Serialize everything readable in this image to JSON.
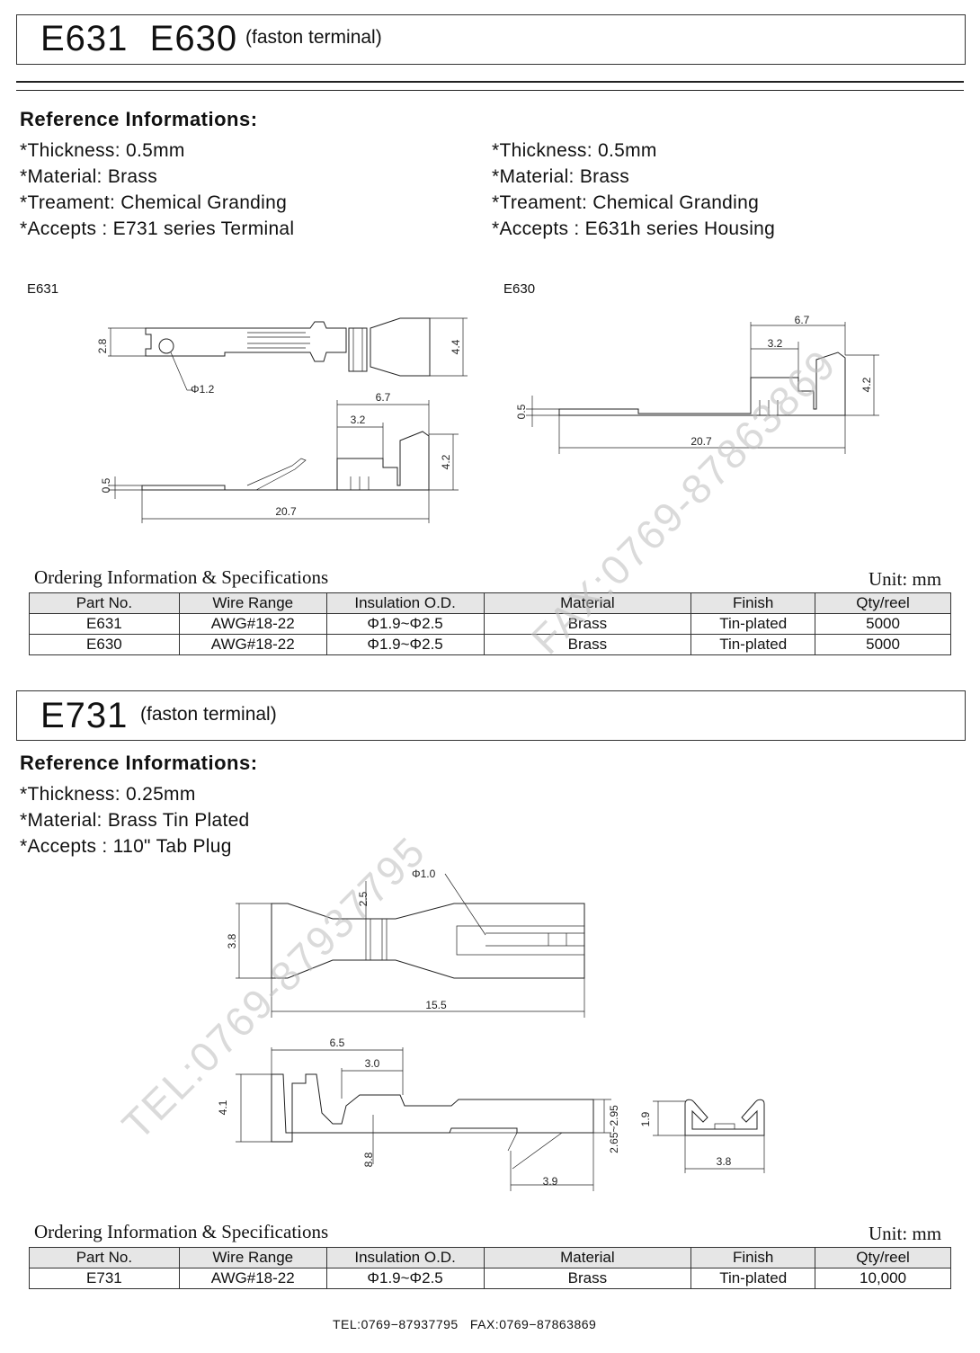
{
  "section1": {
    "title_main": "E631  E630",
    "title_sub": "(faston terminal)",
    "ref_heading": "Reference Informations:",
    "left_ref": [
      "*Thickness: 0.5mm",
      "*Material: Brass",
      "*Treament: Chemical Granding",
      "*Accepts : E731 series Terminal"
    ],
    "right_ref": [
      "*Thickness: 0.5mm",
      "*Material: Brass",
      "*Treament: Chemical Granding",
      "*Accepts : E631h series Housing"
    ],
    "fig_left_label": "E631",
    "fig_right_label": "E630",
    "e631_dims": {
      "h1": "2.8",
      "h2": "4.4",
      "hole": "Φ1.2",
      "w1": "6.7",
      "w2": "3.2",
      "h3": "4.2",
      "t": "0.5",
      "len": "20.7"
    },
    "e630_dims": {
      "w1": "6.7",
      "w2": "3.2",
      "h": "4.2",
      "t": "0.5",
      "len": "20.7"
    },
    "spec_title": "Ordering Information & Specifications",
    "unit": "Unit: mm",
    "table_headers": [
      "Part No.",
      "Wire Range",
      "Insulation O.D.",
      "Material",
      "Finish",
      "Qty/reel"
    ],
    "table_rows": [
      [
        "E631",
        "AWG#18-22",
        "Φ1.9~Φ2.5",
        "Brass",
        "Tin-plated",
        "5000"
      ],
      [
        "E630",
        "AWG#18-22",
        "Φ1.9~Φ2.5",
        "Brass",
        "Tin-plated",
        "5000"
      ]
    ]
  },
  "section2": {
    "title_main": "E731",
    "title_sub": "(faston terminal)",
    "ref_heading": "Reference Informations:",
    "ref": [
      "*Thickness: 0.25mm",
      "*Material: Brass Tin Plated",
      "*Accepts : 110\" Tab Plug"
    ],
    "top_dims": {
      "hole": "Φ1.0",
      "w": "2.5",
      "h": "3.8",
      "len": "15.5"
    },
    "side_dims": {
      "w1": "6.5",
      "w2": "3.0",
      "h": "4.1",
      "b": "8.8",
      "r": "2.65~2.95",
      "bottom": "3.9"
    },
    "end_dims": {
      "h": "1.9",
      "w": "3.8"
    },
    "spec_title": "Ordering Information & Specifications",
    "unit": "Unit: mm",
    "table_headers": [
      "Part No.",
      "Wire Range",
      "Insulation O.D.",
      "Material",
      "Finish",
      "Qty/reel"
    ],
    "table_rows": [
      [
        "E731",
        "AWG#18-22",
        "Φ1.9~Φ2.5",
        "Brass",
        "Tin-plated",
        "10,000"
      ]
    ]
  },
  "watermarks": [
    "FAX:0769-87863869",
    "TEL:0769-87937795"
  ],
  "footer": "TEL:0769−87937795   FAX:0769−87863869"
}
